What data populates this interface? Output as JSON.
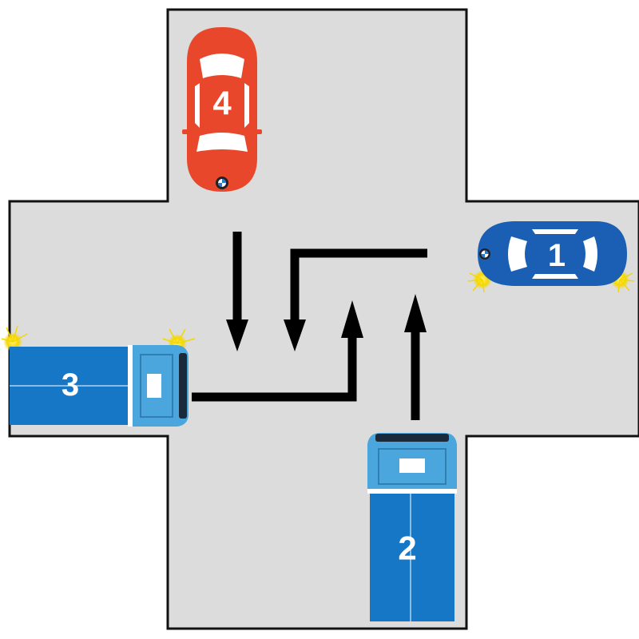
{
  "scene": {
    "road_color": "#dcdcdc",
    "road_border_color": "#111111",
    "arrow_color": "#000000"
  },
  "vehicles": [
    {
      "number": "1",
      "kind": "car",
      "color": "#1a5fb4",
      "heading": "west",
      "turn_signals": true
    },
    {
      "number": "2",
      "kind": "truck",
      "color": "#1577c5",
      "heading": "north",
      "turn_signals": false
    },
    {
      "number": "3",
      "kind": "truck",
      "color": "#1577c5",
      "heading": "east",
      "turn_signals": true
    },
    {
      "number": "4",
      "kind": "car",
      "color": "#e8472b",
      "heading": "south",
      "turn_signals": false
    }
  ],
  "icons": {
    "car_emblem": "bmw-logo-icon",
    "turn_signal": "blinker-icon",
    "path": "arrow-icon"
  }
}
